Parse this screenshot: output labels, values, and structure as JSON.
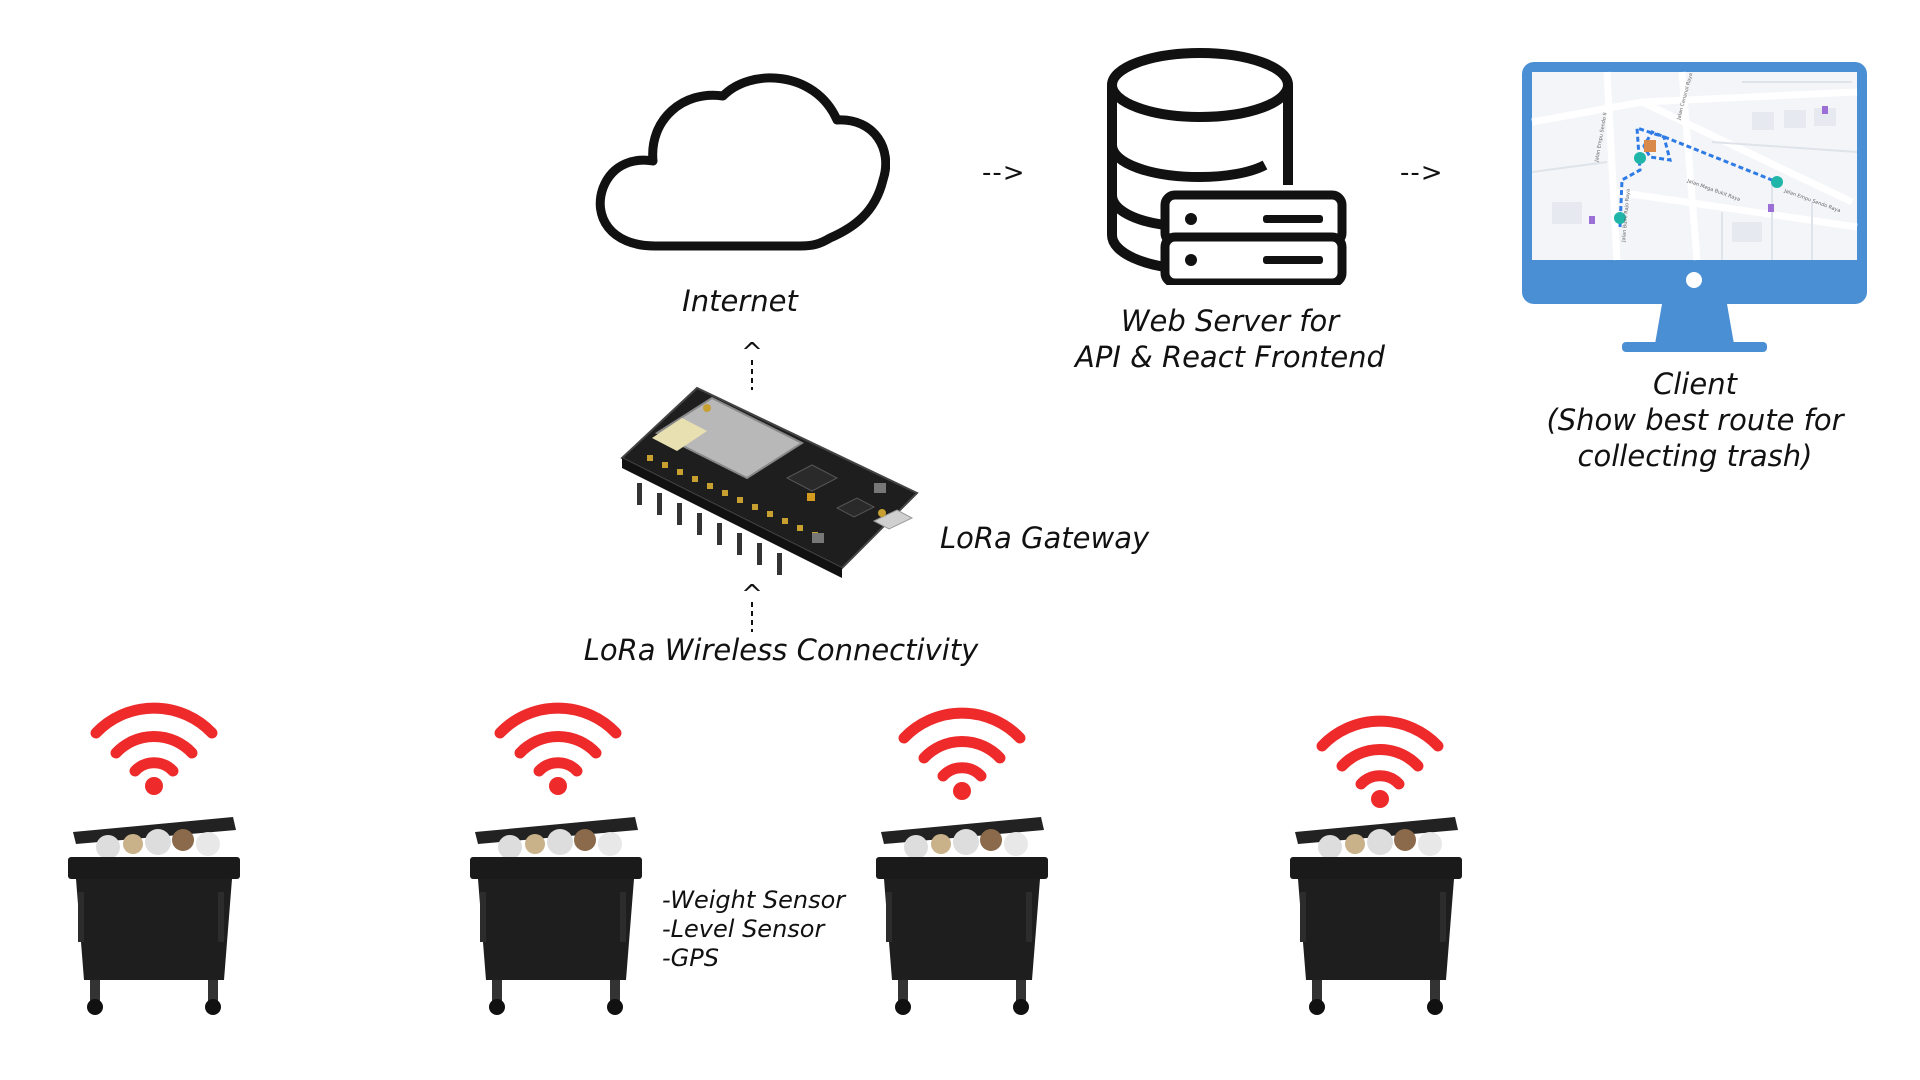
{
  "nodes": {
    "internet": {
      "label": "Internet",
      "icon": "cloud-icon"
    },
    "web_server": {
      "line1": "Web Server for",
      "line2": "API & React Frontend",
      "icon": "database-server-icon"
    },
    "client": {
      "line1": "Client",
      "line2": "(Show best route for",
      "line3": "collecting trash)",
      "icon": "monitor-map-icon"
    },
    "gateway": {
      "label": "LoRa Gateway",
      "icon": "esp8266-board-icon"
    },
    "connectivity": {
      "label": "LoRa Wireless Connectivity"
    }
  },
  "arrows": {
    "h1": "-->",
    "h2": "-->",
    "up1": "^",
    "up2": "^"
  },
  "sensors": [
    "-Weight Sensor",
    "-Level Sensor",
    "-GPS"
  ],
  "street_labels": [
    "Jalan Empu Sendo II",
    "Jalan Cenanol Raya",
    "Jalan Mega Bukit Raya",
    "Jalan Bumi Rajo Raya",
    "Jalan Empu Sendo Raya"
  ],
  "colors": {
    "wifi": "#ee2a2a",
    "monitor": "#4a8fd4",
    "route": "#2f7be6",
    "marker": "#1fb5a8",
    "bin": "#1a1a1a"
  }
}
